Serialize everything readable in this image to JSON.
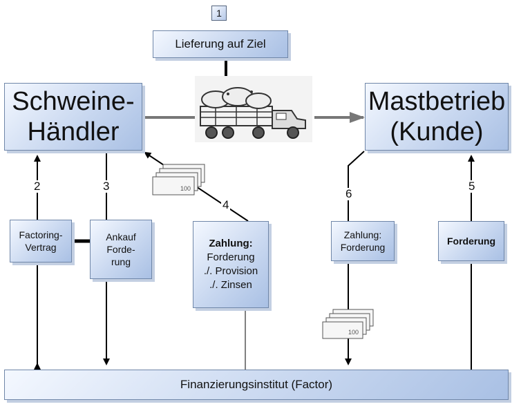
{
  "badge": "1",
  "lieferung": "Lieferung auf Ziel",
  "haendler": {
    "line1": "Schweine-",
    "line2": "Händler"
  },
  "mastbetrieb": {
    "line1": "Mastbetrieb",
    "line2": "(Kunde)"
  },
  "factoring_vertrag": {
    "line1": "Factoring-",
    "line2": "Vertrag"
  },
  "ankauf": {
    "line1": "Ankauf",
    "line2": "Forde-",
    "line3": "rung"
  },
  "zahlung_main": {
    "line1": "Zahlung:",
    "line2": "Forderung",
    "line3": "./. Provision",
    "line4": "./. Zinsen"
  },
  "zahlung_forderung": {
    "line1": "Zahlung:",
    "line2": "Forderung"
  },
  "forderung": "Forderung",
  "factor": "Finanzierungsinstitut (Factor)",
  "numbers": {
    "n2": "2",
    "n3": "3",
    "n4": "4",
    "n5": "5",
    "n6": "6"
  },
  "icons": [
    "truck-with-pigs-icon",
    "banknotes-icon",
    "banknotes-icon"
  ],
  "colors": {
    "box_border": "#6f86a8",
    "box_fill": "#c9d8f0",
    "shadow": "#c3cfe2",
    "line": "#000000"
  }
}
